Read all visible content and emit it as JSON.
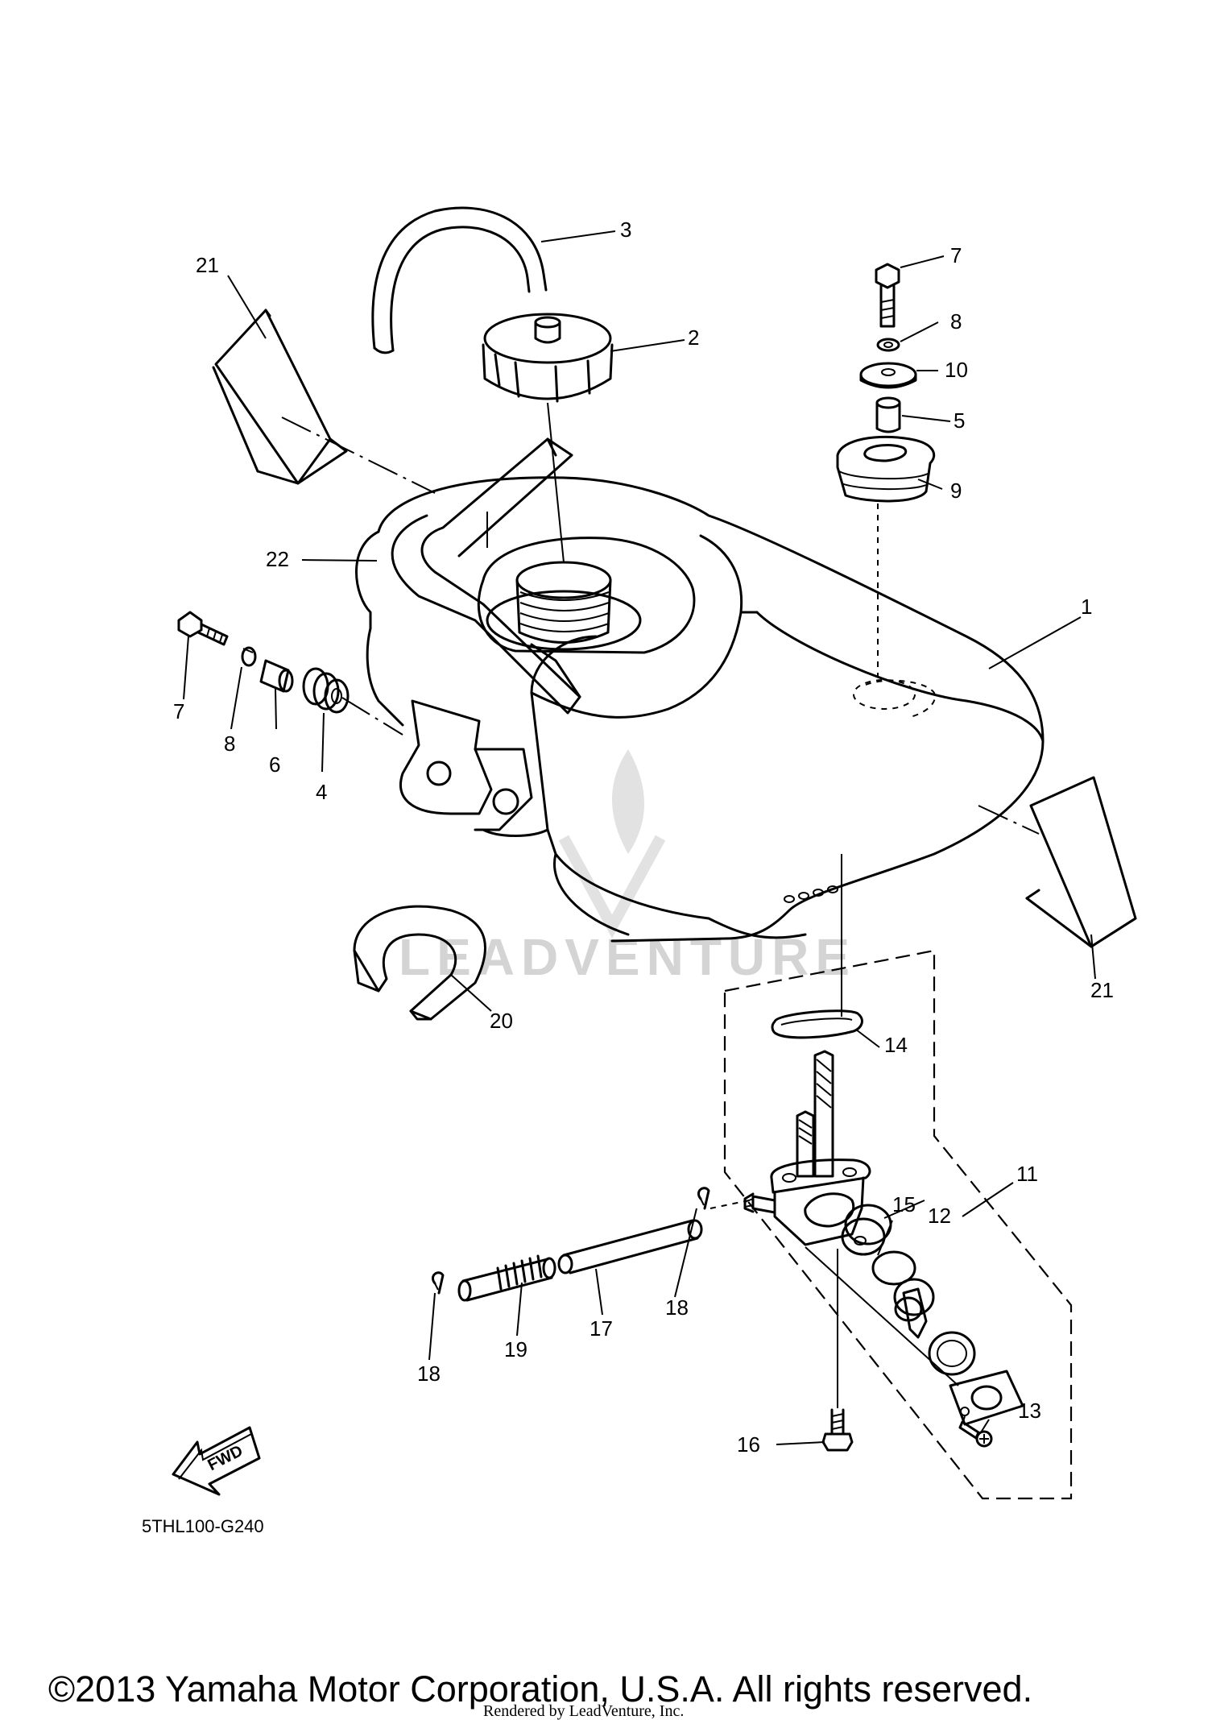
{
  "diagram_code": "5THL100-G240",
  "copyright": "©2013 Yamaha Motor Corporation, U.S.A. All rights reserved.",
  "rendered_by": "Rendered by LeadVenture, Inc.",
  "watermark": "LEADVENTURE",
  "fwd_label": "FWD",
  "callouts": [
    {
      "id": "c1",
      "label": "1"
    },
    {
      "id": "c2",
      "label": "2"
    },
    {
      "id": "c3",
      "label": "3"
    },
    {
      "id": "c4",
      "label": "4"
    },
    {
      "id": "c5",
      "label": "5"
    },
    {
      "id": "c6",
      "label": "6"
    },
    {
      "id": "c7a",
      "label": "7"
    },
    {
      "id": "c7b",
      "label": "7"
    },
    {
      "id": "c8a",
      "label": "8"
    },
    {
      "id": "c8b",
      "label": "8"
    },
    {
      "id": "c9",
      "label": "9"
    },
    {
      "id": "c10",
      "label": "10"
    },
    {
      "id": "c11",
      "label": "11"
    },
    {
      "id": "c12",
      "label": "12"
    },
    {
      "id": "c13",
      "label": "13"
    },
    {
      "id": "c14",
      "label": "14"
    },
    {
      "id": "c15",
      "label": "15"
    },
    {
      "id": "c16",
      "label": "16"
    },
    {
      "id": "c17",
      "label": "17"
    },
    {
      "id": "c18a",
      "label": "18"
    },
    {
      "id": "c18b",
      "label": "18"
    },
    {
      "id": "c19",
      "label": "19"
    },
    {
      "id": "c20",
      "label": "20"
    },
    {
      "id": "c21a",
      "label": "21"
    },
    {
      "id": "c21b",
      "label": "21"
    },
    {
      "id": "c22",
      "label": "22"
    }
  ]
}
